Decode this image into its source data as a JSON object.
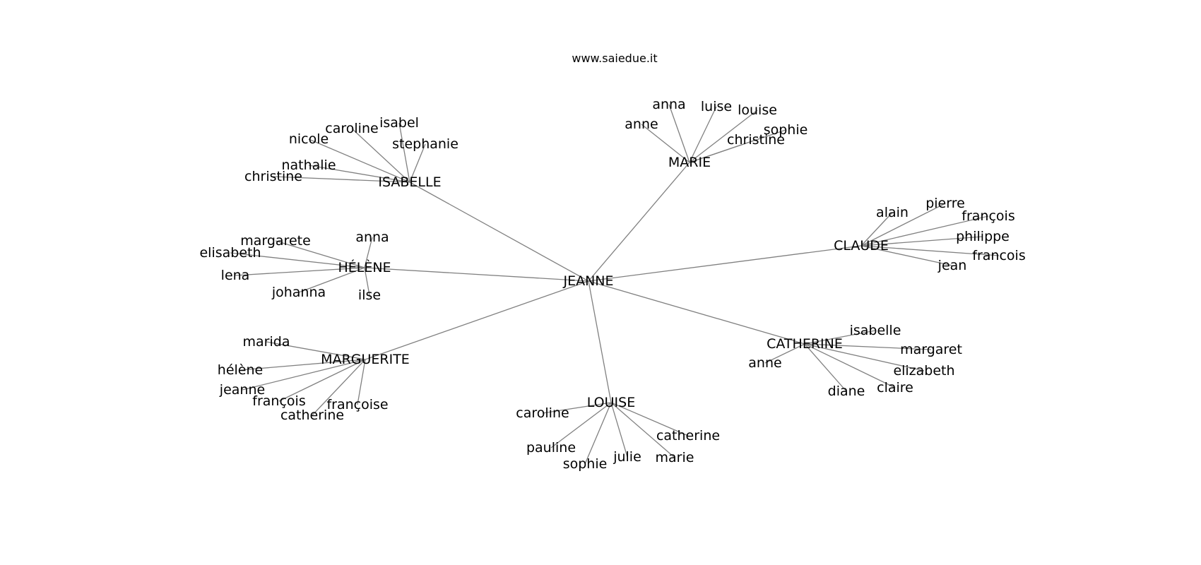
{
  "header": {
    "source": "www.saiedue.it"
  },
  "graph": {
    "center": {
      "id": "jeanne",
      "label": "JEANNE"
    },
    "hubs": [
      {
        "id": "isabelle",
        "label": "ISABELLE",
        "leaves": [
          "christine",
          "nathalie",
          "nicole",
          "caroline",
          "isabel",
          "stephanie"
        ]
      },
      {
        "id": "marie",
        "label": "MARIE",
        "leaves": [
          "anne",
          "anna",
          "luise",
          "louise",
          "christine",
          "sophie"
        ]
      },
      {
        "id": "claude",
        "label": "CLAUDE",
        "leaves": [
          "alain",
          "pierre",
          "françois",
          "philippe",
          "francois",
          "jean"
        ]
      },
      {
        "id": "catherine",
        "label": "CATHERINE",
        "leaves": [
          "isabelle",
          "margaret",
          "elizabeth",
          "claire",
          "diane",
          "anne"
        ]
      },
      {
        "id": "louise",
        "label": "LOUISE",
        "leaves": [
          "caroline",
          "pauline",
          "sophie",
          "julie",
          "marie",
          "catherine"
        ]
      },
      {
        "id": "marguerite",
        "label": "MARGUERITE",
        "leaves": [
          "marida",
          "hélène",
          "jeanne",
          "françois",
          "catherine",
          "françoise"
        ]
      },
      {
        "id": "helene",
        "label": "HÉLÈNE",
        "leaves": [
          "anna",
          "margarete",
          "elisabeth",
          "lena",
          "johanna",
          "ilse"
        ]
      }
    ]
  }
}
